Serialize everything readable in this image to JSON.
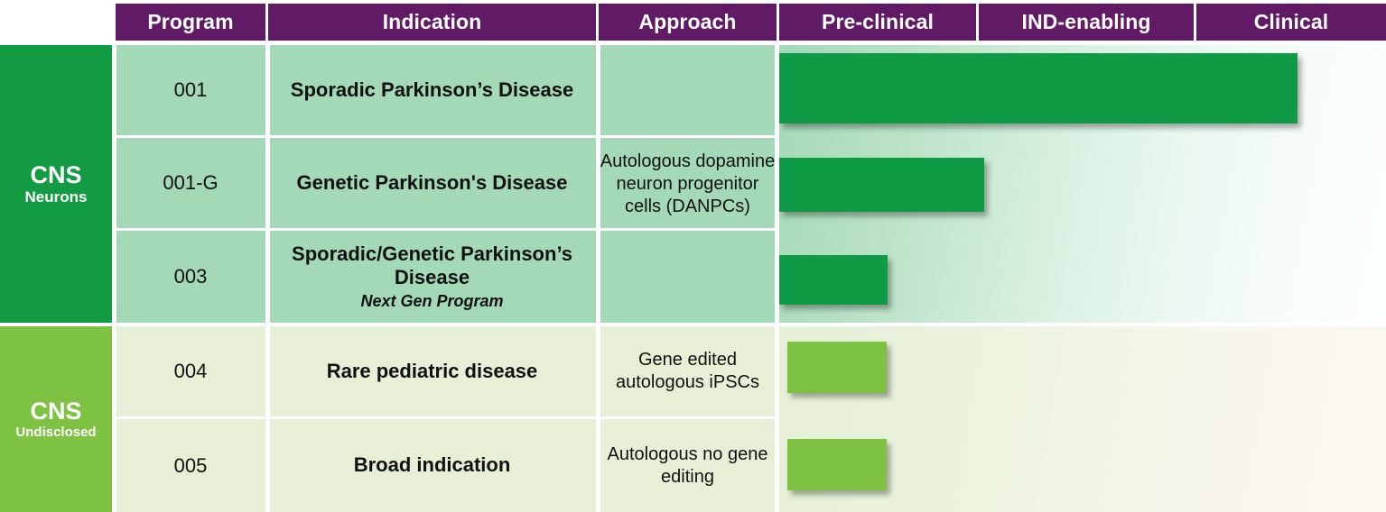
{
  "header": {
    "columns": [
      {
        "key": "program",
        "label": "Program"
      },
      {
        "key": "indication",
        "label": "Indication"
      },
      {
        "key": "approach",
        "label": "Approach"
      },
      {
        "key": "preclinical",
        "label": "Pre-clinical"
      },
      {
        "key": "ind",
        "label": "IND-enabling"
      },
      {
        "key": "clinical",
        "label": "Clinical"
      }
    ]
  },
  "categories": [
    {
      "title": "CNS",
      "subtitle": "Neurons",
      "color": "#139B44"
    },
    {
      "title": "CNS",
      "subtitle": "Undisclosed",
      "color": "#7DC243"
    }
  ],
  "programs": [
    {
      "program": "001",
      "indication": "Sporadic Parkinson’s Disease",
      "indication_note": "",
      "approach": "Autologous dopamine neuron progenitor cells (DANPCs)",
      "stage_label": "Clinical",
      "bar_color": "#0F9A45"
    },
    {
      "program": "001-G",
      "indication": "Genetic Parkinson's Disease",
      "indication_note": "",
      "approach": "",
      "stage_label": "IND-enabling",
      "bar_color": "#0F9A45"
    },
    {
      "program": "003",
      "indication": "Sporadic/Genetic Parkinson’s Disease",
      "indication_note": "Next Gen Program",
      "approach": "",
      "stage_label": "Pre-clinical",
      "bar_color": "#0F9A45"
    },
    {
      "program": "004",
      "indication": "Rare pediatric disease",
      "indication_note": "",
      "approach": "Gene edited autologous iPSCs",
      "stage_label": "Pre-clinical",
      "bar_color": "#7DC243"
    },
    {
      "program": "005",
      "indication": "Broad indication",
      "indication_note": "",
      "approach": "Autologous no gene editing",
      "stage_label": "Pre-clinical",
      "bar_color": "#7DC243"
    }
  ],
  "approach_shared_neurons": "Autologous dopamine neuron progenitor cells (DANPCs)",
  "chart_data": {
    "type": "bar",
    "title": "",
    "xlabel": "",
    "ylabel": "",
    "orientation": "horizontal",
    "grid": false,
    "legend": null,
    "phases": [
      "Pre-clinical",
      "IND-enabling",
      "Clinical"
    ],
    "phase_boundaries_pct": [
      0,
      32.5,
      68.5,
      100
    ],
    "categories": [
      "001",
      "001-G",
      "003",
      "004",
      "005"
    ],
    "values": [
      85.5,
      33.8,
      17.9,
      16.4,
      16.4
    ],
    "value_unit": "percent-of-track",
    "series": [
      {
        "name": "CNS Neurons",
        "color": "#0F9A45",
        "points": [
          {
            "program": "001",
            "progress_pct": 85.5,
            "stage_reached": "Clinical"
          },
          {
            "program": "001-G",
            "progress_pct": 33.8,
            "stage_reached": "IND-enabling"
          },
          {
            "program": "003",
            "progress_pct": 17.9,
            "stage_reached": "Pre-clinical"
          }
        ]
      },
      {
        "name": "CNS Undisclosed",
        "color": "#7DC243",
        "points": [
          {
            "program": "004",
            "progress_pct": 16.4,
            "stage_reached": "Pre-clinical"
          },
          {
            "program": "005",
            "progress_pct": 16.4,
            "stage_reached": "Pre-clinical"
          }
        ]
      }
    ],
    "xlim": [
      0,
      100
    ],
    "tick_labels": [
      "Pre-clinical",
      "IND-enabling",
      "Clinical"
    ]
  },
  "colors": {
    "header_purple": "#611A66",
    "dark_green": "#139B44",
    "light_green": "#7DC243",
    "cell_tint_dark": "#A3D9B6",
    "cell_tint_light": "#E5F0D6",
    "bar_dark": "#0F9A45",
    "bar_light": "#7DC243"
  }
}
